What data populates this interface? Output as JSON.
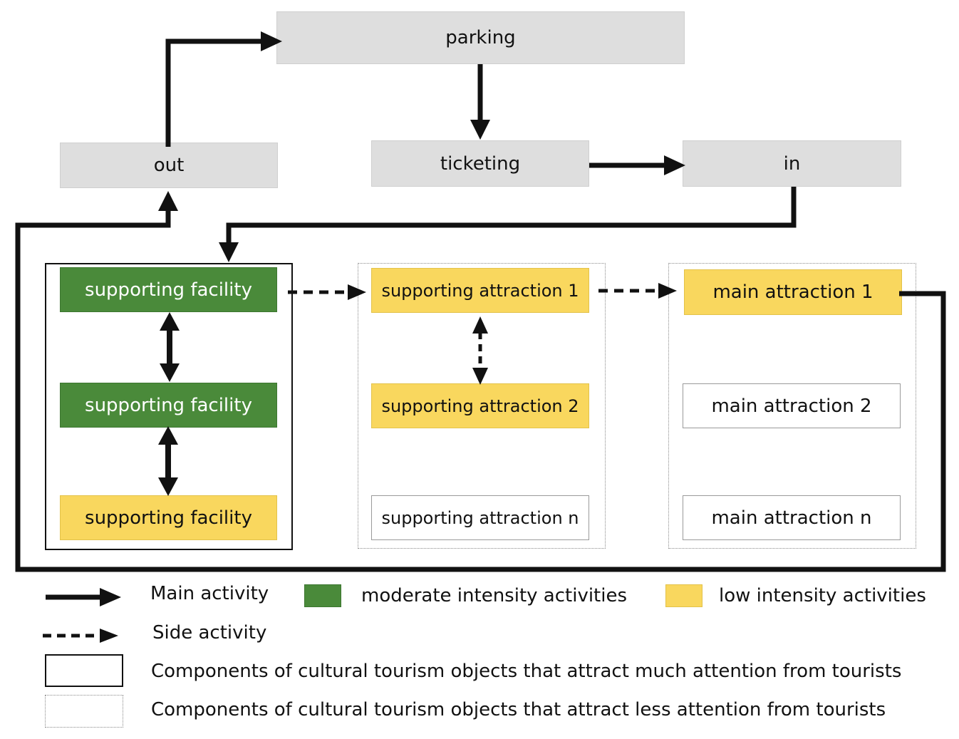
{
  "nodes": {
    "parking": "parking",
    "ticketing": "ticketing",
    "in": "in",
    "out": "out",
    "facility_1": "supporting facility",
    "facility_2": "supporting facility",
    "facility_3": "supporting facility",
    "sup_attraction_1": "supporting  attraction 1",
    "sup_attraction_2": "supporting  attraction 2",
    "sup_attraction_n": "supporting  attraction n",
    "main_attraction_1": "main attraction 1",
    "main_attraction_2": "main attraction 2",
    "main_attraction_n": "main attraction n"
  },
  "legend": {
    "main_activity": "Main activity",
    "side_activity": "Side activity",
    "moderate": "moderate intensity activities",
    "low": "low intensity activities",
    "much_attention": "Components of cultural tourism objects that attract much attention from tourists",
    "less_attention": "Components of cultural tourism objects that attract less attention from tourists"
  },
  "colors": {
    "grey": "#dedede",
    "moderate_green": "#4a8a3a",
    "low_yellow": "#f9d75e",
    "line": "#111111"
  }
}
